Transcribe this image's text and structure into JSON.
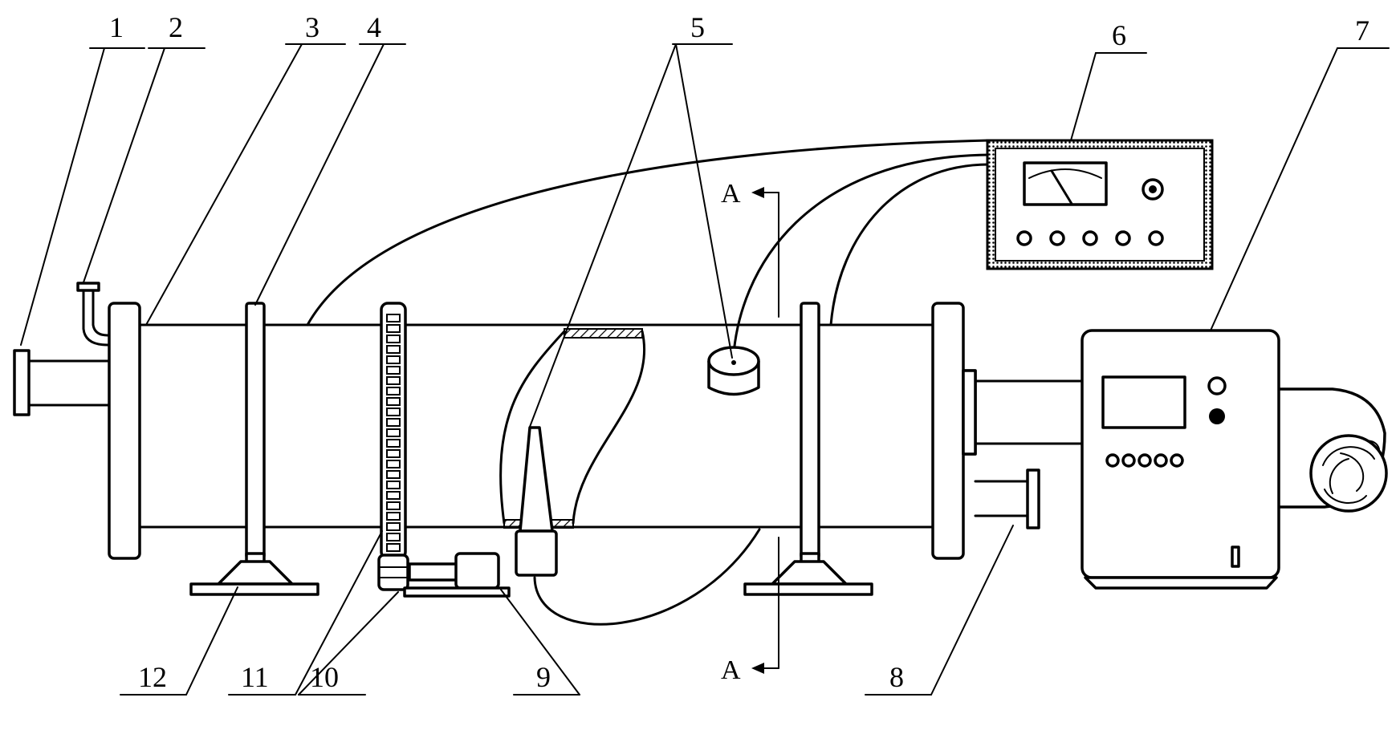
{
  "labels": {
    "l1": "1",
    "l2": "2",
    "l3": "3",
    "l4": "4",
    "l5": "5",
    "l6": "6",
    "l7": "7",
    "l8": "8",
    "l9": "9",
    "l10": "10",
    "l11": "11",
    "l12": "12"
  },
  "section_mark": {
    "top": "A",
    "bottom": "A"
  },
  "colors": {
    "ink": "#000000",
    "background": "#ffffff"
  }
}
